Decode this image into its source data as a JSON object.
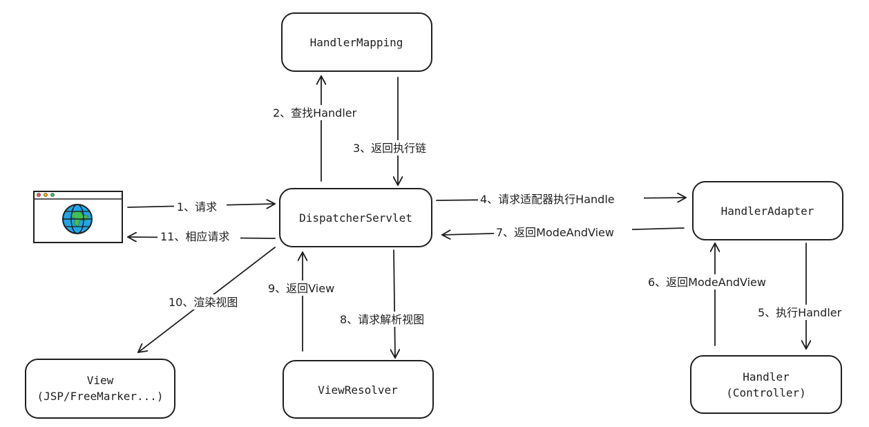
{
  "nodes": {
    "handler_mapping": "HandlerMapping",
    "dispatcher_servlet": "DispatcherServlet",
    "handler_adapter": "HandlerAdapter",
    "handler": {
      "line1": "Handler",
      "line2": "(Controller)"
    },
    "view_resolver": "ViewResolver",
    "view": {
      "line1": "View",
      "line2": "(JSP/FreeMarker...)"
    }
  },
  "edges": {
    "e1": "1、请求",
    "e2": "2、查找Handler",
    "e3": "3、返回执行链",
    "e4": "4、请求适配器执行Handle",
    "e5": "5、执行Handler",
    "e6": "6、返回ModeAndView",
    "e7": "7、返回ModeAndView",
    "e8": "8、请求解析视图",
    "e9": "9、返回View",
    "e10": "10、渲染视图",
    "e11": "11、相应请求"
  },
  "browser_icon": "browser-globe-icon",
  "colors": {
    "globe": "#1ea7e8",
    "land": "#40c057",
    "dot_red": "#fa5252",
    "dot_yellow": "#fab005",
    "dot_green": "#40c057"
  }
}
